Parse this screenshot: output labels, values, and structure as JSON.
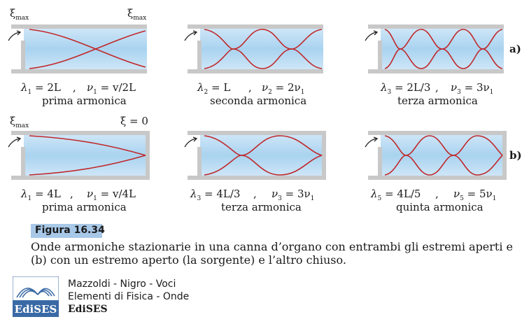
{
  "row_a": {
    "tag": "a)",
    "tubes": [
      {
        "lambda_base": "λ",
        "lambda_sub": "1",
        "lambda_val": " = 2L",
        "nu_base": "ν",
        "nu_sub": "1",
        "nu_val": " = v/2L",
        "name": "prima armonica",
        "top_left": "ξ",
        "top_left_sub": "max",
        "top_right": "ξ",
        "top_right_sub": "max"
      },
      {
        "lambda_base": "λ",
        "lambda_sub": "2",
        "lambda_val": " = L",
        "nu_base": "ν",
        "nu_sub": "2",
        "nu_val": " = 2ν",
        "nu_val_sub": "1",
        "name": "seconda armonica"
      },
      {
        "lambda_base": "λ",
        "lambda_sub": "3",
        "lambda_val": " = 2L/3",
        "nu_base": "ν",
        "nu_sub": "3",
        "nu_val": " = 3ν",
        "nu_val_sub": "1",
        "name": "terza armonica"
      }
    ]
  },
  "row_b": {
    "tag": "b)",
    "tubes": [
      {
        "lambda_base": "λ",
        "lambda_sub": "1",
        "lambda_val": " = 4L",
        "nu_base": "ν",
        "nu_sub": "1",
        "nu_val": " = v/4L",
        "name": "prima armonica",
        "top_left": "ξ",
        "top_left_sub": "max",
        "top_right": "ξ = 0"
      },
      {
        "lambda_base": "λ",
        "lambda_sub": "3",
        "lambda_val": " = 4L/3",
        "nu_base": "ν",
        "nu_sub": "3",
        "nu_val": " = 3ν",
        "nu_val_sub": "1",
        "name": "terza armonica"
      },
      {
        "lambda_base": "λ",
        "lambda_sub": "5",
        "lambda_val": " = 4L/5",
        "nu_base": "ν",
        "nu_sub": "5",
        "nu_val": " = 5ν",
        "nu_val_sub": "1",
        "name": "quinta armonica"
      }
    ]
  },
  "figure": {
    "label": "Figura 16.34",
    "caption": "Onde armoniche stazionarie in una canna d’organo con entrambi gli estremi aperti e (b) con un estremo aperto (la sorgente) e l’altro chiuso."
  },
  "publisher": {
    "logo_text": "EdiSES",
    "authors": "Mazzoldi - Nigro - Voci",
    "book": "Elementi di Fisica - Onde",
    "name": "EdiSES"
  },
  "colors": {
    "wave": "#c0282a",
    "tube_wall": "#c8c8c8",
    "tube_fill": "#a9d3f0",
    "logo_blue": "#3a6aa5"
  }
}
